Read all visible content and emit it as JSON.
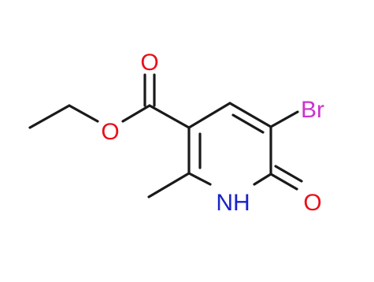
{
  "molecule": {
    "atoms": {
      "carbonyl_o": "O",
      "ester_o": "O",
      "bromine": "Br",
      "nh": "NH",
      "keto_o": "O"
    },
    "colors": {
      "bond": "#1a1a1a",
      "oxygen": "#e8111a",
      "nitrogen": "#1a22c8",
      "bromine": "#cc33cc"
    }
  }
}
